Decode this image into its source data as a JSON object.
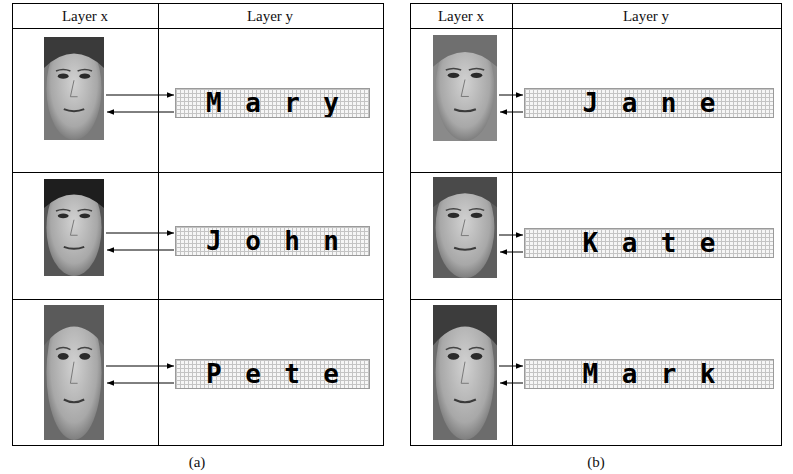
{
  "diagram": {
    "nodes": [
      {
        "text": [
          "Mary"
        ]
      },
      {
        "text": [
          "John"
        ]
      },
      {
        "text": [
          "Pete"
        ]
      },
      {
        "text": [
          "Jane"
        ]
      },
      {
        "text": [
          "Kate"
        ]
      },
      {
        "text": [
          "Mark"
        ]
      }
    ],
    "labels": [
      "Layer x",
      "Layer y",
      "Layer x",
      "Layer y",
      "(a)",
      "(b)"
    ]
  }
}
